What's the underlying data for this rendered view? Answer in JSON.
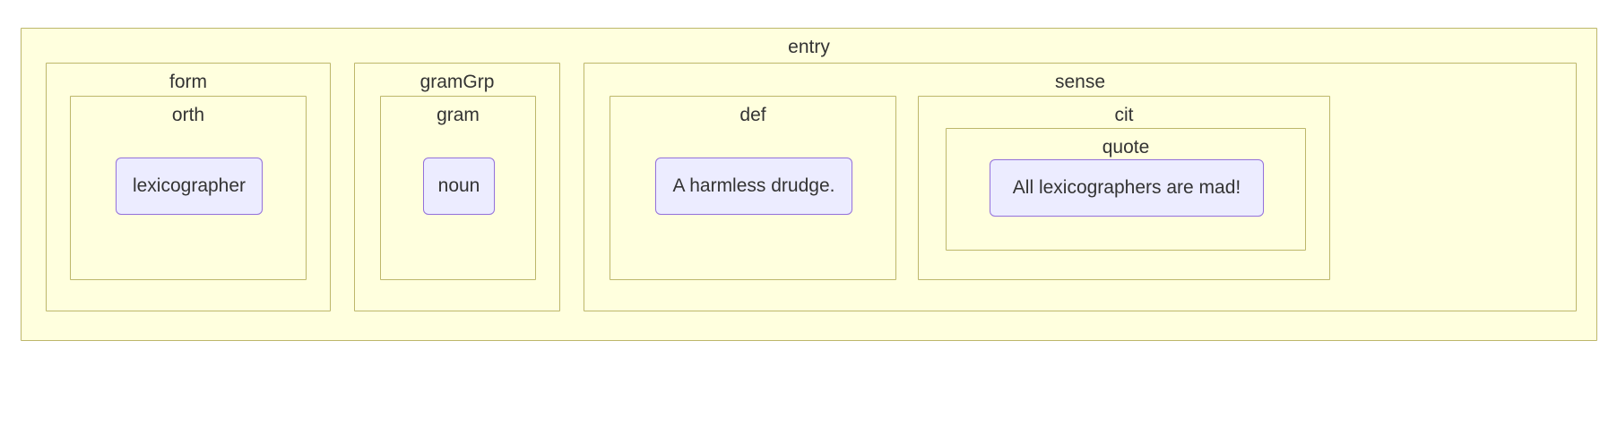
{
  "diagram": {
    "type": "nested-subgraph-diagram",
    "colors": {
      "cluster_fill": "#ffffde",
      "cluster_border": "#bdb76b",
      "node_fill": "#ececff",
      "node_border": "#9370db",
      "text": "#333333",
      "canvas": "#ffffff"
    },
    "entry": {
      "label": "entry",
      "form": {
        "label": "form",
        "orth": {
          "label": "orth",
          "node": "lexicographer"
        }
      },
      "gramGrp": {
        "label": "gramGrp",
        "gram": {
          "label": "gram",
          "node": "noun"
        }
      },
      "sense": {
        "label": "sense",
        "def": {
          "label": "def",
          "node": "A harmless drudge."
        },
        "cit": {
          "label": "cit",
          "quote": {
            "label": "quote",
            "node": "All lexicographers are mad!"
          }
        }
      }
    }
  }
}
